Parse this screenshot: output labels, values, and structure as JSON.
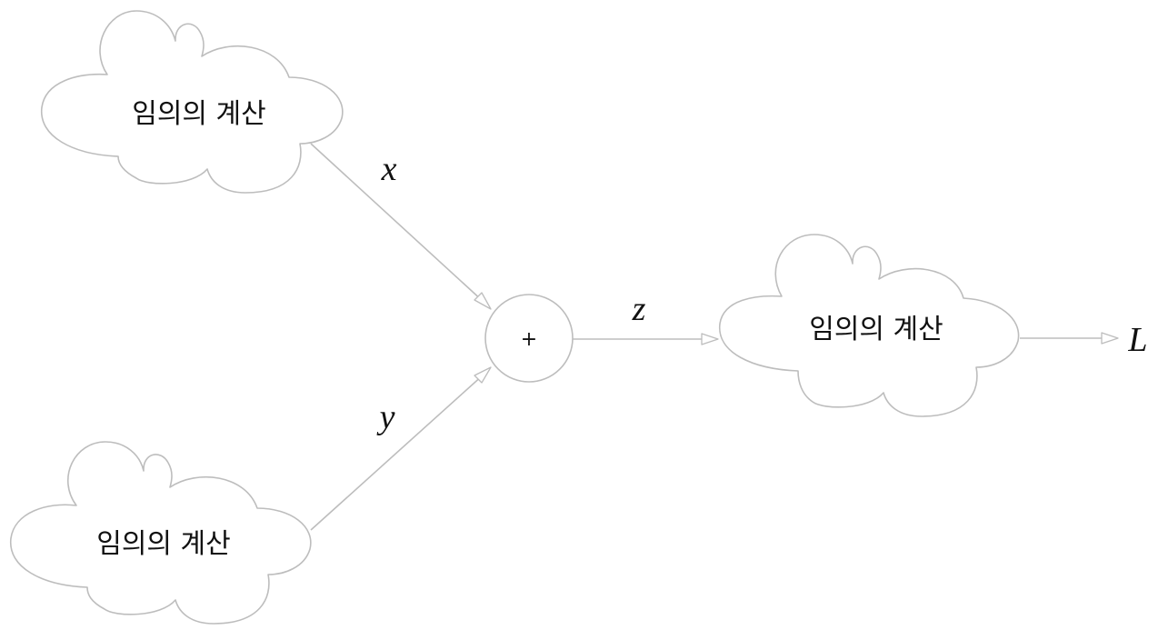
{
  "nodes": {
    "cloud_top": {
      "label": "임의의 계산"
    },
    "cloud_bottom": {
      "label": "임의의 계산"
    },
    "cloud_right": {
      "label": "임의의 계산"
    },
    "add_node": {
      "symbol": "+"
    }
  },
  "edges": {
    "x_edge": {
      "label": "x"
    },
    "y_edge": {
      "label": "y"
    },
    "z_edge": {
      "label": "z"
    },
    "output_edge": {
      "label": "L"
    }
  },
  "colors": {
    "stroke": "#bdbdbd",
    "text": "#111111",
    "background": "#ffffff"
  }
}
